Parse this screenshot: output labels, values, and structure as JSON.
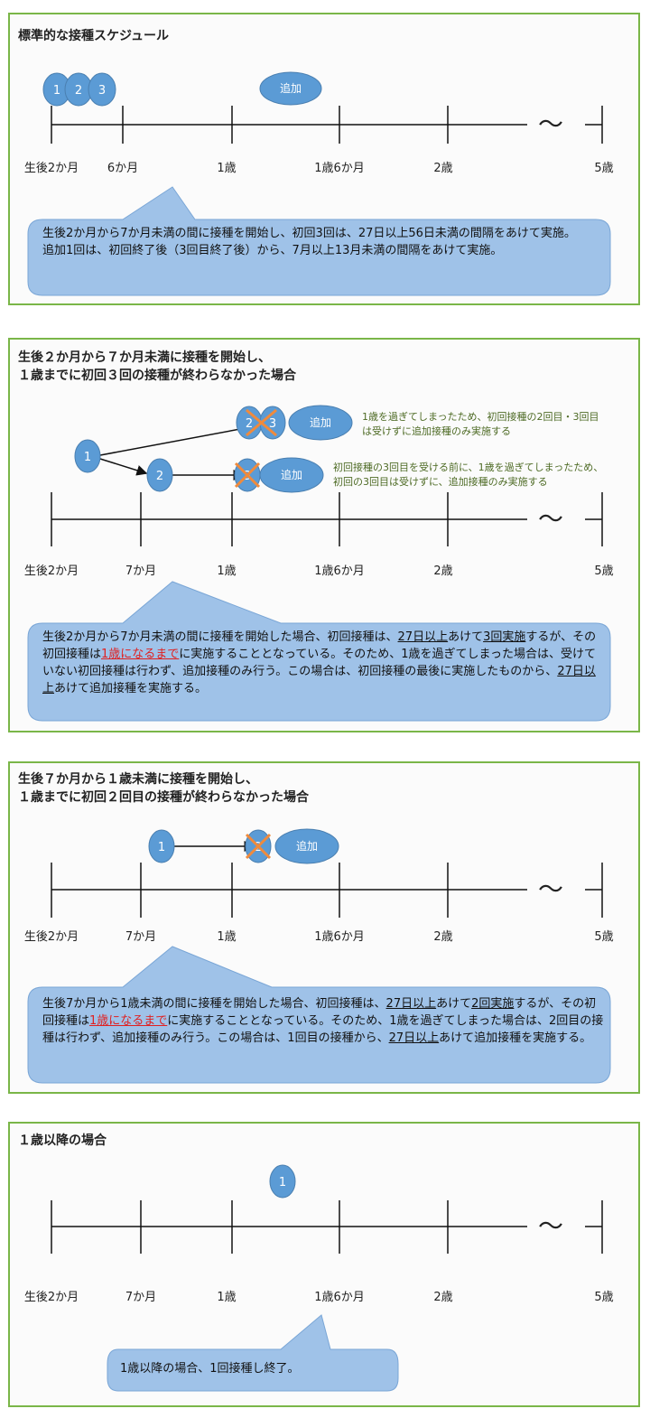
{
  "axis_labels": {
    "m2": "生後2か月",
    "m6": "6か月",
    "m7": "7か月",
    "y1": "1歳",
    "y1m6": "1歳6か月",
    "y2": "2歳",
    "y5": "5歳"
  },
  "tilde": "～",
  "dose": {
    "d1": "1",
    "d2": "2",
    "d3": "3",
    "booster": "追加"
  },
  "panel1": {
    "title": "標準的な接種スケジュール",
    "callout_1": "生後2か月から7か月未満の間に接種を開始し、初回3回は、27日以上56日未満の間隔をあけて実施。",
    "callout_2": "追加1回は、初回終了後（3回目終了後）から、7月以上13月未満の間隔をあけて実施。"
  },
  "panel2": {
    "title_1": "生後２か月から７か月未満に接種を開始し、",
    "title_2": "１歳までに初回３回の接種が終わらなかった場合",
    "note_a1": "1歳を過ぎてしまったため、初回接種の2回目・3回目",
    "note_a2": "は受けずに追加接種のみ実施する",
    "note_b1": "初回接種の3回目を受ける前に、1歳を過ぎてしまったため、",
    "note_b2": "初回の3回目は受けずに、追加接種のみ実施する",
    "c1": "生後2か月から7か月未満の間に接種を開始した場合、初回接種は、",
    "c2": "27日以上",
    "c3": "あけて",
    "c4": "3回実施",
    "c5": "するが、その初回接種は",
    "c6": "1歳になるまで",
    "c7": "に実施することとなっている。そのため、1歳を過ぎてしまった場合は、受けていない初回接種は行わず、追加接種のみ行う。この場合は、初回接種の最後に実施したものから、",
    "c8": "27日以上",
    "c9": "あけて追加接種を実施する。"
  },
  "panel3": {
    "title_1": "生後７か月から１歳未満に接種を開始し、",
    "title_2": "１歳までに初回２回目の接種が終わらなかった場合",
    "c1": "生後7か月から1歳未満の間に接種を開始した場合、初回接種は、",
    "c2": "27日以上",
    "c3": "あけて",
    "c4": "2回実施",
    "c5": "するが、その初回接種は",
    "c6": "1歳になるまで",
    "c7": "に実施することとなっている。そのため、1歳を過ぎてしまった場合は、2回目の接種は行わず、追加接種のみ行う。この場合は、1回目の接種から、",
    "c8": "27日以上",
    "c9": "あけて追加接種を実施する。"
  },
  "panel4": {
    "title": "１歳以降の場合",
    "callout": "1歳以降の場合、1回接種し終了。"
  },
  "colors": {
    "panel_border": "#7ab648",
    "node_fill": "#5b9bd5",
    "callout_fill": "#9fc2e8",
    "cross": "#f08a3c",
    "note_text": "#4e6b25",
    "emphasis": "#e02020"
  }
}
